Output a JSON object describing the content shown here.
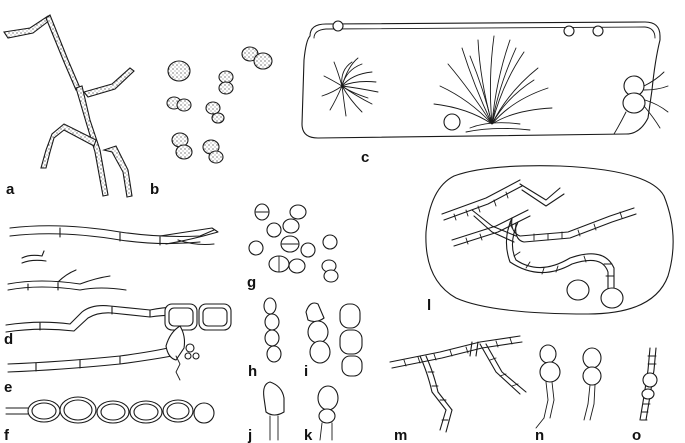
{
  "figure": {
    "panel_labels": [
      "a",
      "b",
      "c",
      "d",
      "e",
      "f",
      "g",
      "h",
      "i",
      "j",
      "k",
      "l",
      "m",
      "n",
      "o"
    ]
  }
}
